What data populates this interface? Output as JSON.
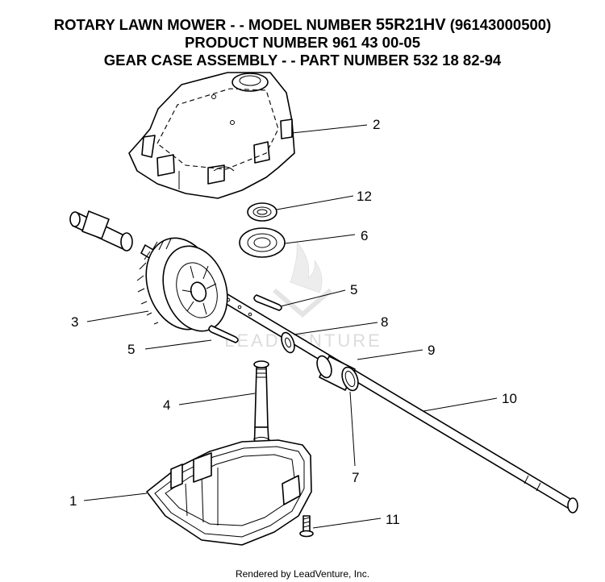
{
  "header": {
    "line1_prefix": "ROTARY LAWN MOWER - - MODEL NUMBER ",
    "line1_model": "55R21HV",
    "line1_suffix": " (96143000500)",
    "line2": "PRODUCT NUMBER 961 43 00-05",
    "line3": "GEAR CASE ASSEMBLY - - PART NUMBER 532 18 82-94"
  },
  "callouts": {
    "c1": "1",
    "c2": "2",
    "c3": "3",
    "c4": "4",
    "c5a": "5",
    "c5b": "5",
    "c6": "6",
    "c7": "7",
    "c8": "8",
    "c9": "9",
    "c10": "10",
    "c11": "11",
    "c12": "12"
  },
  "watermark": "LEADVENTURE",
  "footer": "Rendered by LeadVenture, Inc."
}
